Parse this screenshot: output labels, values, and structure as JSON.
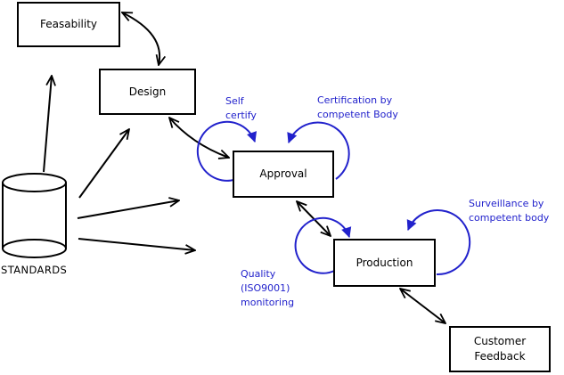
{
  "diagram": {
    "colors": {
      "line": "#000000",
      "accent_blue": "#2222cc",
      "background": "#ffffff"
    },
    "nodes": {
      "feasability": {
        "label": "Feasability",
        "shape": "rect"
      },
      "design": {
        "label": "Design",
        "shape": "rect"
      },
      "approval": {
        "label": "Approval",
        "shape": "rect"
      },
      "production": {
        "label": "Production",
        "shape": "rect"
      },
      "customer_feedback": {
        "label": "Customer\nFeedback",
        "shape": "rect"
      },
      "standards": {
        "label": "STANDARDS",
        "shape": "cylinder"
      }
    },
    "annotations": {
      "self_certify": {
        "label": "Self\ncertify",
        "color": "#2222cc",
        "attached_to": "approval"
      },
      "certification": {
        "label": "Certification by\ncompetent Body",
        "color": "#2222cc",
        "attached_to": "approval"
      },
      "surveillance": {
        "label": "Surveillance by\ncompetent body",
        "color": "#2222cc",
        "attached_to": "production"
      },
      "quality": {
        "label": "Quality\n(ISO9001)\nmonitoring",
        "color": "#2222cc",
        "attached_to": "production"
      }
    },
    "edges": [
      {
        "from": "standards",
        "to": "feasability",
        "style": "single-arrow",
        "color": "#000000"
      },
      {
        "from": "standards",
        "to": "design",
        "style": "single-arrow",
        "color": "#000000"
      },
      {
        "from": "standards",
        "to": "approval",
        "style": "single-arrow",
        "color": "#000000"
      },
      {
        "from": "standards",
        "to": "production",
        "style": "single-arrow",
        "color": "#000000"
      },
      {
        "from": "feasability",
        "to": "design",
        "style": "double-arrow",
        "color": "#000000"
      },
      {
        "from": "design",
        "to": "approval",
        "style": "double-arrow",
        "color": "#000000"
      },
      {
        "from": "approval",
        "to": "production",
        "style": "double-arrow",
        "color": "#000000"
      },
      {
        "from": "production",
        "to": "customer_feedback",
        "style": "double-arrow",
        "color": "#000000"
      }
    ],
    "loops": [
      {
        "on": "approval",
        "side": "left",
        "annotation": "self_certify",
        "color": "#2222cc"
      },
      {
        "on": "approval",
        "side": "top-right",
        "annotation": "certification",
        "color": "#2222cc"
      },
      {
        "on": "production",
        "side": "left",
        "annotation": "quality",
        "color": "#2222cc"
      },
      {
        "on": "production",
        "side": "top-right",
        "annotation": "surveillance",
        "color": "#2222cc"
      }
    ]
  }
}
